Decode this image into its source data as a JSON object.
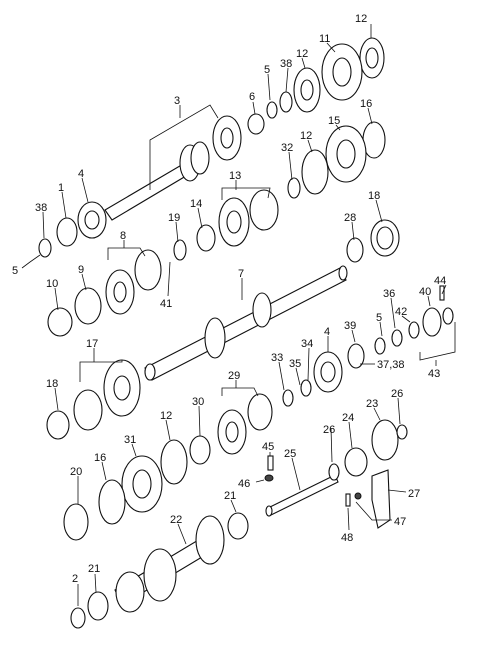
{
  "diagram": {
    "labels": [
      {
        "id": "l12a",
        "text": "12"
      },
      {
        "id": "l11",
        "text": "11"
      },
      {
        "id": "l5a",
        "text": "5"
      },
      {
        "id": "l38a",
        "text": "38"
      },
      {
        "id": "l12b",
        "text": "12"
      },
      {
        "id": "l6",
        "text": "6"
      },
      {
        "id": "l3",
        "text": "3"
      },
      {
        "id": "l16a",
        "text": "16"
      },
      {
        "id": "l15",
        "text": "15"
      },
      {
        "id": "l12c",
        "text": "12"
      },
      {
        "id": "l32",
        "text": "32"
      },
      {
        "id": "l13",
        "text": "13"
      },
      {
        "id": "l18a",
        "text": "18"
      },
      {
        "id": "l28",
        "text": "28"
      },
      {
        "id": "l19",
        "text": "19"
      },
      {
        "id": "l14",
        "text": "14"
      },
      {
        "id": "l1",
        "text": "1"
      },
      {
        "id": "l38b",
        "text": "38"
      },
      {
        "id": "l4a",
        "text": "4"
      },
      {
        "id": "l5b",
        "text": "5"
      },
      {
        "id": "l8",
        "text": "8"
      },
      {
        "id": "l9",
        "text": "9"
      },
      {
        "id": "l41",
        "text": "41"
      },
      {
        "id": "l7",
        "text": "7"
      },
      {
        "id": "l10",
        "text": "10"
      },
      {
        "id": "l44",
        "text": "44"
      },
      {
        "id": "l40",
        "text": "40"
      },
      {
        "id": "l36",
        "text": "36"
      },
      {
        "id": "l42",
        "text": "42"
      },
      {
        "id": "l5c",
        "text": "5"
      },
      {
        "id": "l39",
        "text": "39"
      },
      {
        "id": "l4b",
        "text": "4"
      },
      {
        "id": "l34",
        "text": "34"
      },
      {
        "id": "l33",
        "text": "33"
      },
      {
        "id": "l35",
        "text": "35"
      },
      {
        "id": "l17",
        "text": "17"
      },
      {
        "id": "l3738",
        "text": "37,38"
      },
      {
        "id": "l43",
        "text": "43"
      },
      {
        "id": "l18b",
        "text": "18"
      },
      {
        "id": "l29",
        "text": "29"
      },
      {
        "id": "l30",
        "text": "30"
      },
      {
        "id": "l12d",
        "text": "12"
      },
      {
        "id": "l26a",
        "text": "26"
      },
      {
        "id": "l23",
        "text": "23"
      },
      {
        "id": "l31",
        "text": "31"
      },
      {
        "id": "l24",
        "text": "24"
      },
      {
        "id": "l26b",
        "text": "26"
      },
      {
        "id": "l45",
        "text": "45"
      },
      {
        "id": "l25",
        "text": "25"
      },
      {
        "id": "l20",
        "text": "20"
      },
      {
        "id": "l16b",
        "text": "16"
      },
      {
        "id": "l46",
        "text": "46"
      },
      {
        "id": "l27",
        "text": "27"
      },
      {
        "id": "l21a",
        "text": "21"
      },
      {
        "id": "l22",
        "text": "22"
      },
      {
        "id": "l47",
        "text": "47"
      },
      {
        "id": "l48",
        "text": "48"
      },
      {
        "id": "l2",
        "text": "2"
      },
      {
        "id": "l21b",
        "text": "21"
      }
    ]
  }
}
